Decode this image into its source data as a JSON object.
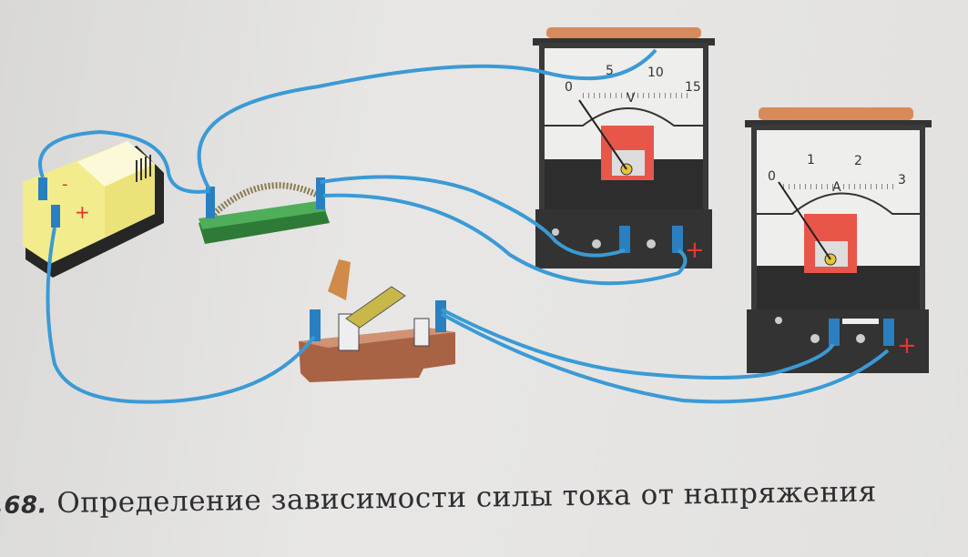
{
  "figure": {
    "number": "68.",
    "caption": "Определение зависимости силы тока от напряжения",
    "number_prefix": ","
  },
  "voltmeter": {
    "unit": "V",
    "scale": [
      "0",
      "5",
      "10",
      "15"
    ],
    "plus": "+"
  },
  "ammeter": {
    "unit": "A",
    "scale": [
      "0",
      "1",
      "2",
      "3"
    ],
    "plus": "+"
  },
  "battery": {
    "minus": "-",
    "plus": "+"
  },
  "colors": {
    "wire": "#3a9ad6",
    "meter_body": "#2f2f31",
    "accent_red": "#e8453a",
    "battery": "#f1ea8a",
    "rheostat_base": "#3d9a4a",
    "switch_base": "#b5704c"
  }
}
